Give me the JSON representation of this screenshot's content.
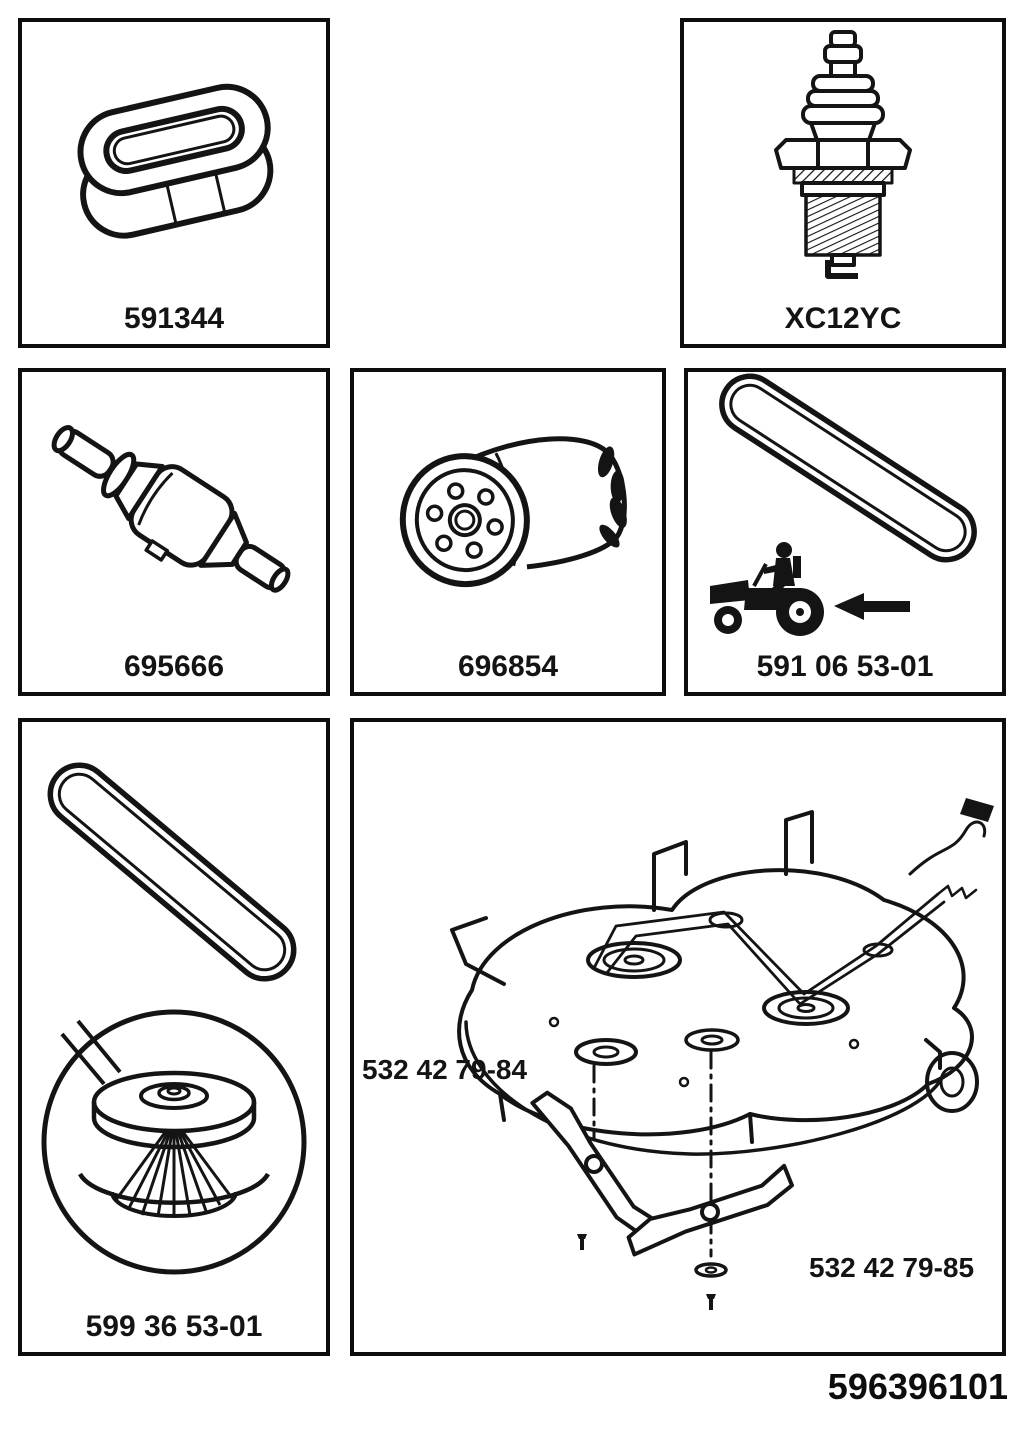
{
  "document": {
    "footer_code": "596396101"
  },
  "panels": {
    "air_filter": {
      "part_number": "591344",
      "illustration": "air-filter-cartridge"
    },
    "spark_plug": {
      "part_number": "XC12YC",
      "illustration": "spark-plug"
    },
    "fuel_filter": {
      "part_number": "695666",
      "illustration": "inline-fuel-filter"
    },
    "oil_filter": {
      "part_number": "696854",
      "illustration": "oil-filter-canister"
    },
    "drive_belt": {
      "part_number": "591 06 53-01",
      "illustration": "ground-drive-belt-with-riding-mower-and-arrow"
    },
    "deck_belt_spindle": {
      "part_number": "599 36 53-01",
      "illustration": "deck-belt-and-blade-spindle"
    },
    "mower_deck": {
      "blade_left_part_number": "532 42 79-84",
      "blade_right_part_number": "532 42 79-85",
      "illustration": "mower-deck-with-blades"
    }
  }
}
